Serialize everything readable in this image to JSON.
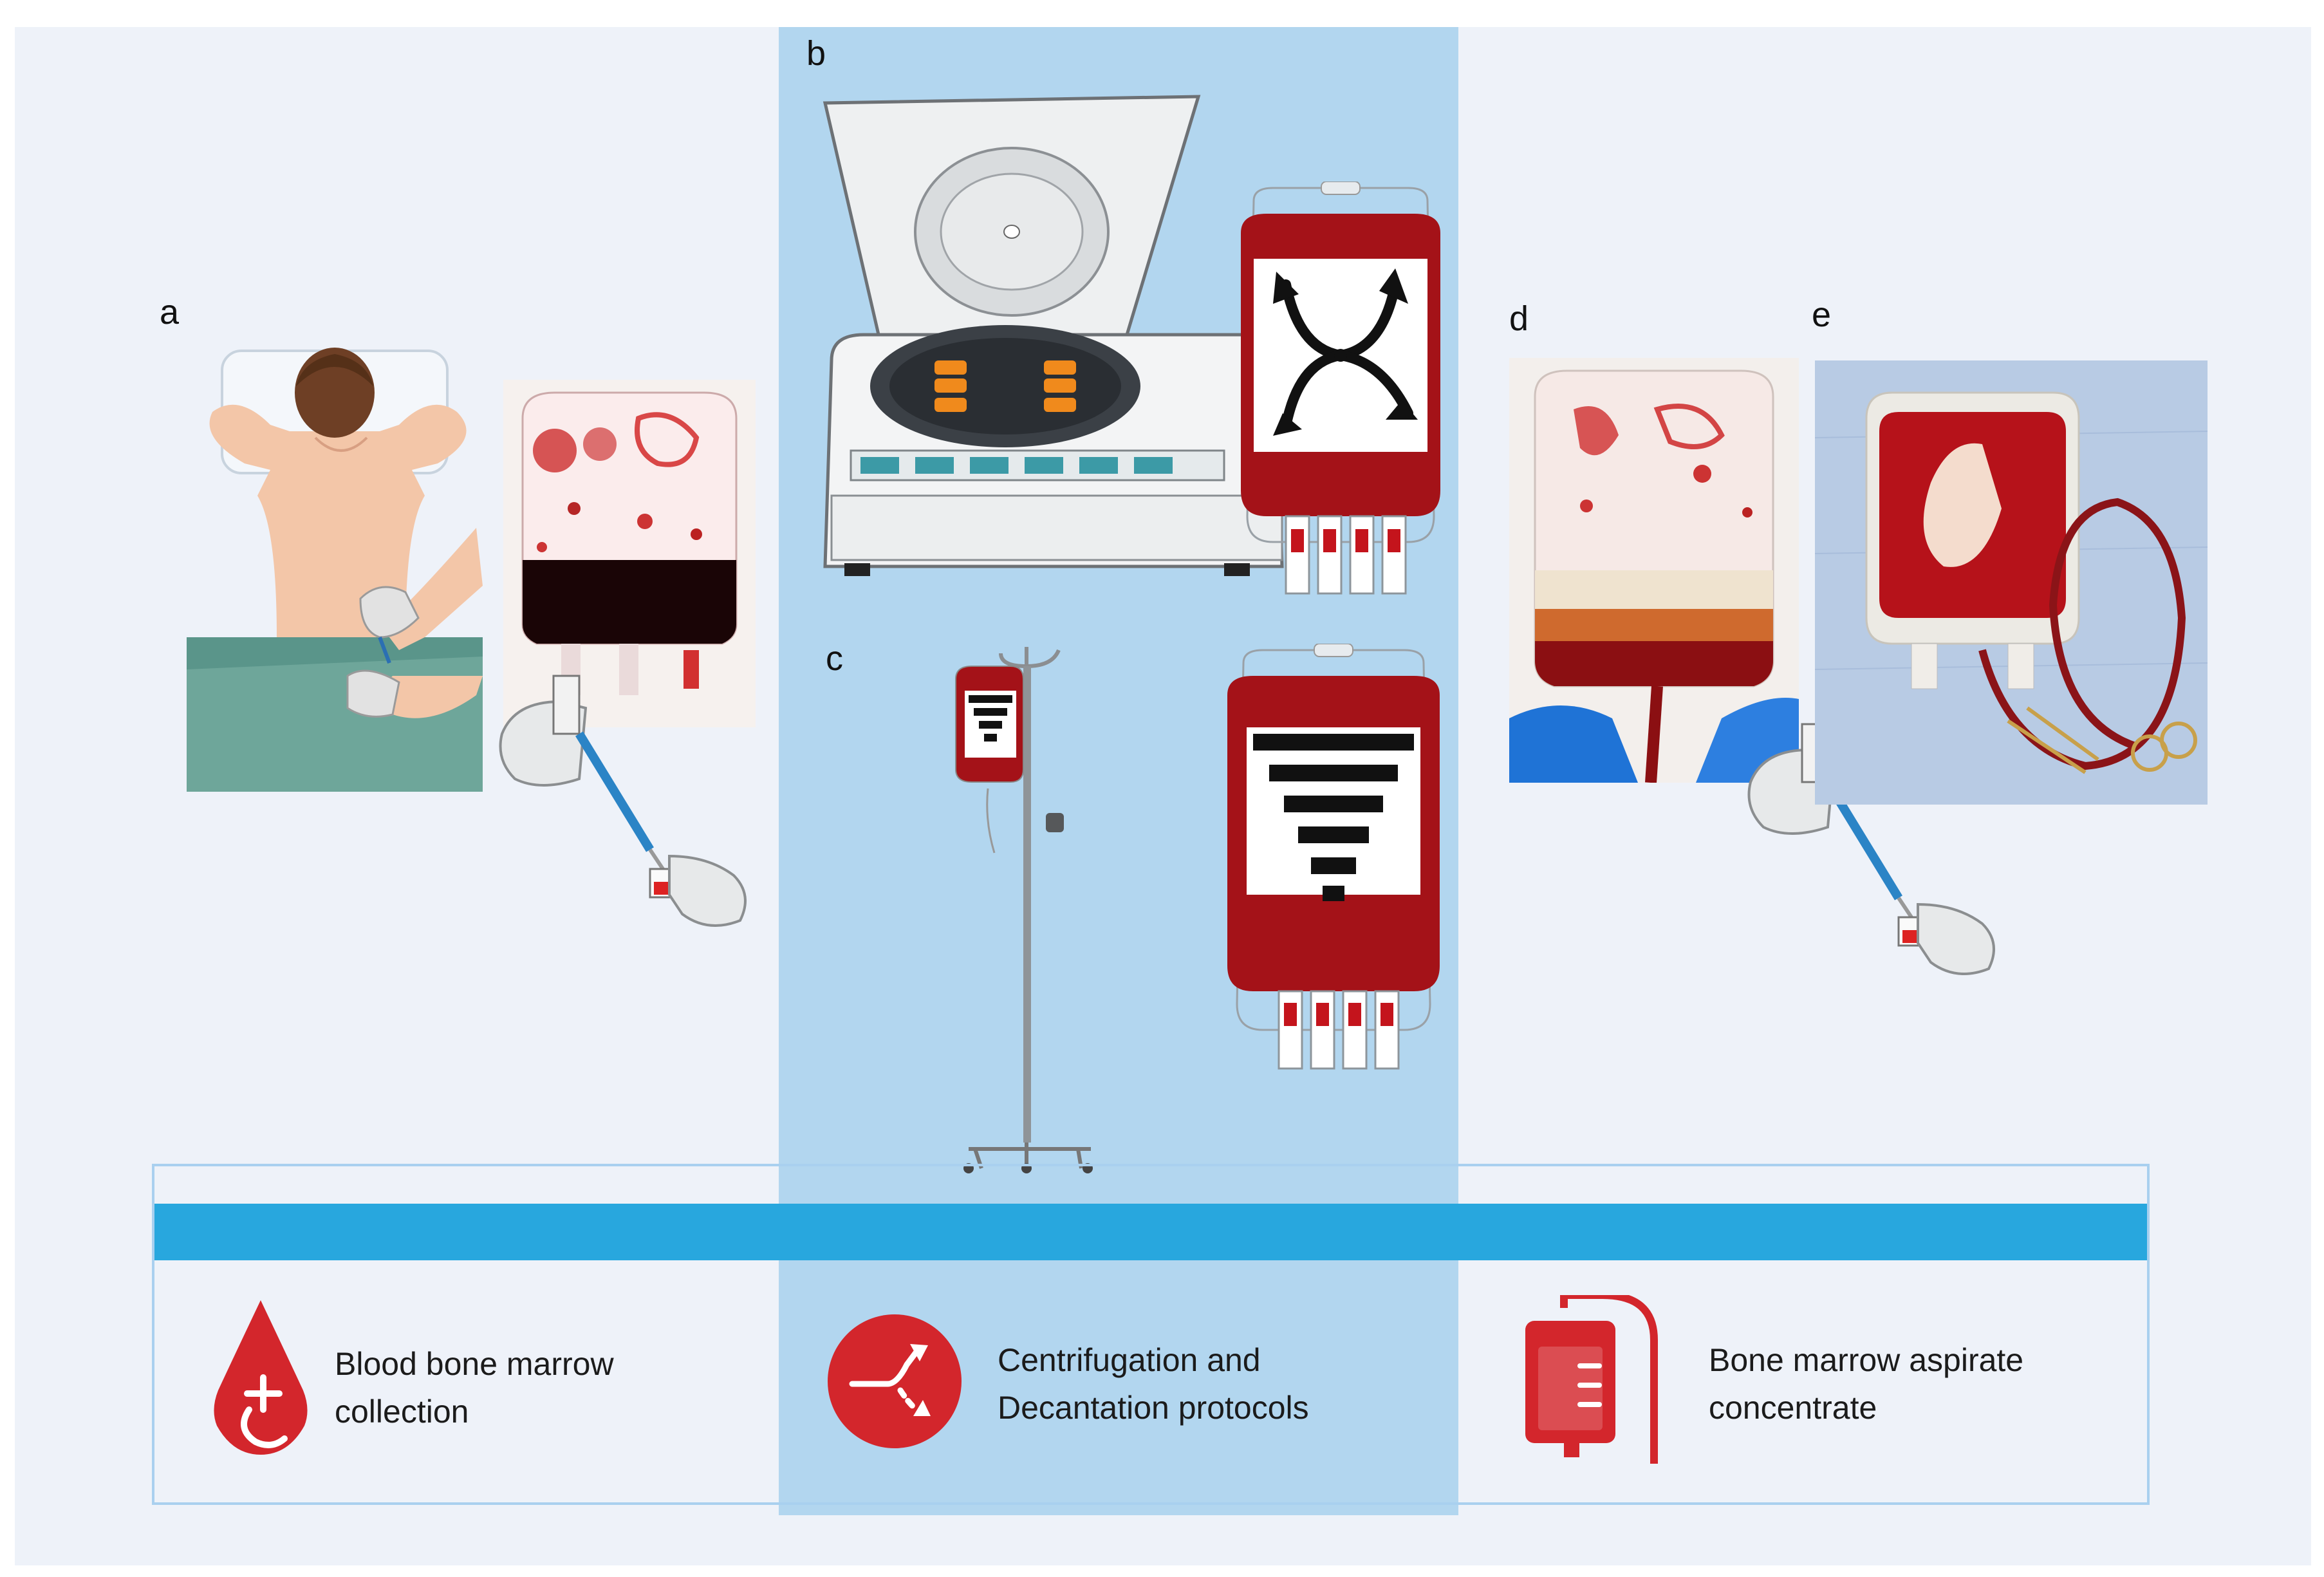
{
  "panel_labels": {
    "a": "a",
    "b": "b",
    "c": "c",
    "d": "d",
    "e": "e"
  },
  "legend": [
    {
      "icon": "blood-drop-plus-icon",
      "lines": [
        "Blood bone marrow",
        "collection"
      ]
    },
    {
      "icon": "centrifugation-arrows-icon",
      "lines": [
        "Centrifugation and",
        "Decantation protocols"
      ]
    },
    {
      "icon": "iv-bag-icon",
      "lines": [
        "Bone marrow aspirate",
        "concentrate"
      ]
    }
  ],
  "colors": {
    "background": "#eef2f9",
    "middle_column": "#b2d6ef",
    "legend_bar": "#28a7de",
    "icon_red": "#d3262c",
    "blood_dark": "#a41218"
  }
}
